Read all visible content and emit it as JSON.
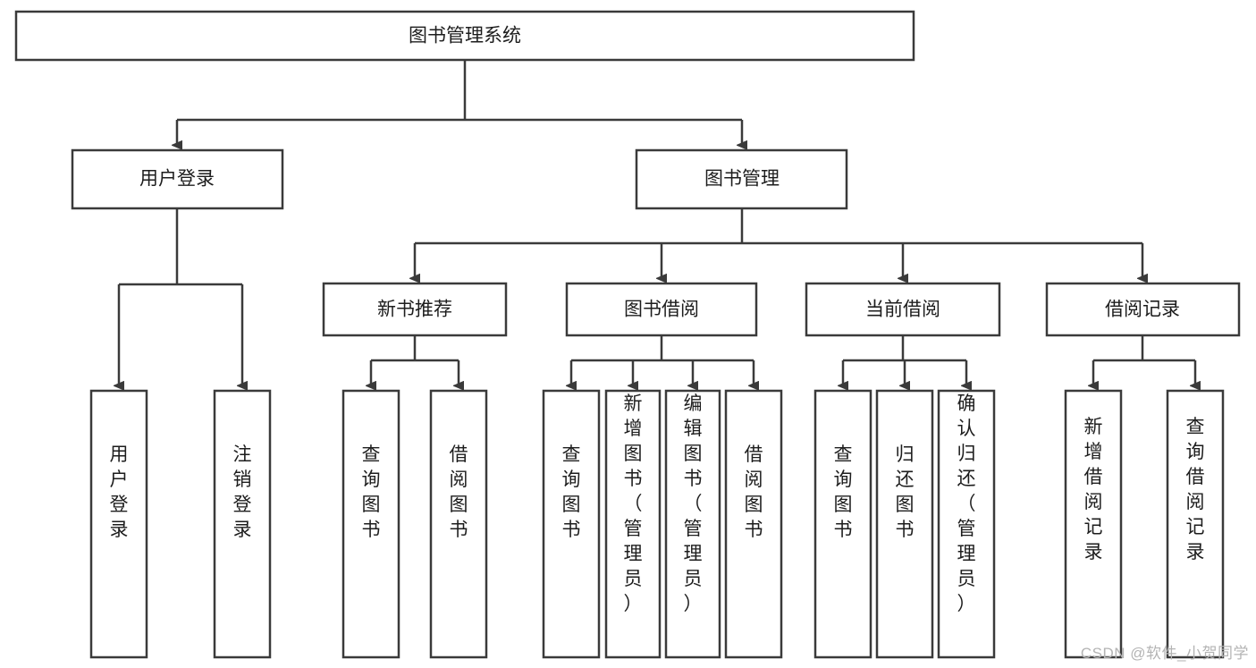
{
  "diagram": {
    "title": "图书管理系统",
    "type": "tree-hierarchy",
    "background_color": "#ffffff",
    "box_stroke_color": "#3a3a3a",
    "box_fill_color": "#ffffff",
    "text_color": "#1d1d1d",
    "root": {
      "label": "图书管理系统"
    },
    "level2": [
      {
        "label": "用户登录"
      },
      {
        "label": "图书管理"
      }
    ],
    "level3": [
      {
        "label": "新书推荐"
      },
      {
        "label": "图书借阅"
      },
      {
        "label": "当前借阅"
      },
      {
        "label": "借阅记录"
      }
    ],
    "leaves": {
      "user_login": [
        {
          "label": "用户登录"
        },
        {
          "label": "注销登录"
        }
      ],
      "new_book_recommend": [
        {
          "label": "查询图书"
        },
        {
          "label": "借阅图书"
        }
      ],
      "book_borrow": [
        {
          "label": "查询图书"
        },
        {
          "label": "新增图书（管理员）"
        },
        {
          "label": "编辑图书（管理员）"
        },
        {
          "label": "借阅图书"
        }
      ],
      "current_borrow": [
        {
          "label": "查询图书"
        },
        {
          "label": "归还图书"
        },
        {
          "label": "确认归还（管理员）"
        }
      ],
      "borrow_record": [
        {
          "label": "新增借阅记录"
        },
        {
          "label": "查询借阅记录"
        }
      ]
    }
  },
  "watermark": {
    "text": "CSDN @软件_小贺同学",
    "color": "#b4b4b4"
  }
}
